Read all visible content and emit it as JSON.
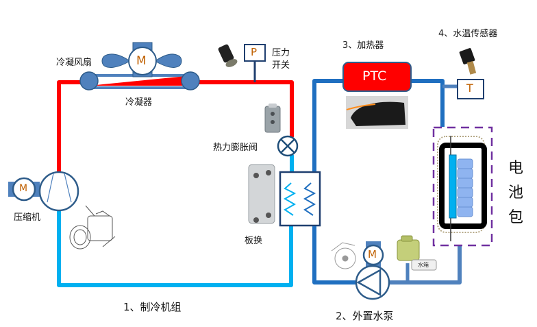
{
  "title": "电池热管理系统示意图",
  "colors": {
    "hot_refrigerant": "#ff0000",
    "cold_refrigerant": "#00b0f0",
    "coolant": "#1f6fc0",
    "component_fill": "#4f81bd",
    "component_stroke": "#2e5c8a",
    "ptc_fill": "#ff0000",
    "battery_border": "#7030a0"
  },
  "loops": {
    "refrigeration": {
      "label_num": "1",
      "label_text": "、制冷机组"
    },
    "pump": {
      "label_num": "2",
      "label_text": "、外置水泵"
    },
    "heater": {
      "label_num": "3",
      "label_text": "、加热器"
    },
    "temp_sensor": {
      "label_num": "4",
      "label_text": "、水温传感器"
    }
  },
  "components": {
    "condenser_fan": {
      "label": "冷凝风扇",
      "symbol": "M"
    },
    "condenser": {
      "label": "冷凝器"
    },
    "pressure_switch": {
      "label_line1": "压力",
      "label_line2": "开关",
      "symbol": "P"
    },
    "expansion_valve": {
      "label": "热力膨胀阀"
    },
    "compressor": {
      "label": "压缩机",
      "symbol": "M"
    },
    "plate_exchanger": {
      "label": "板换"
    },
    "ptc_heater": {
      "symbol": "PTC"
    },
    "temp_sensor": {
      "symbol": "T"
    },
    "pump_motor": {
      "symbol": "M"
    },
    "water_tank": {
      "label": "水箱"
    },
    "battery_pack": {
      "label_chars": [
        "电",
        "池",
        "包"
      ]
    }
  }
}
